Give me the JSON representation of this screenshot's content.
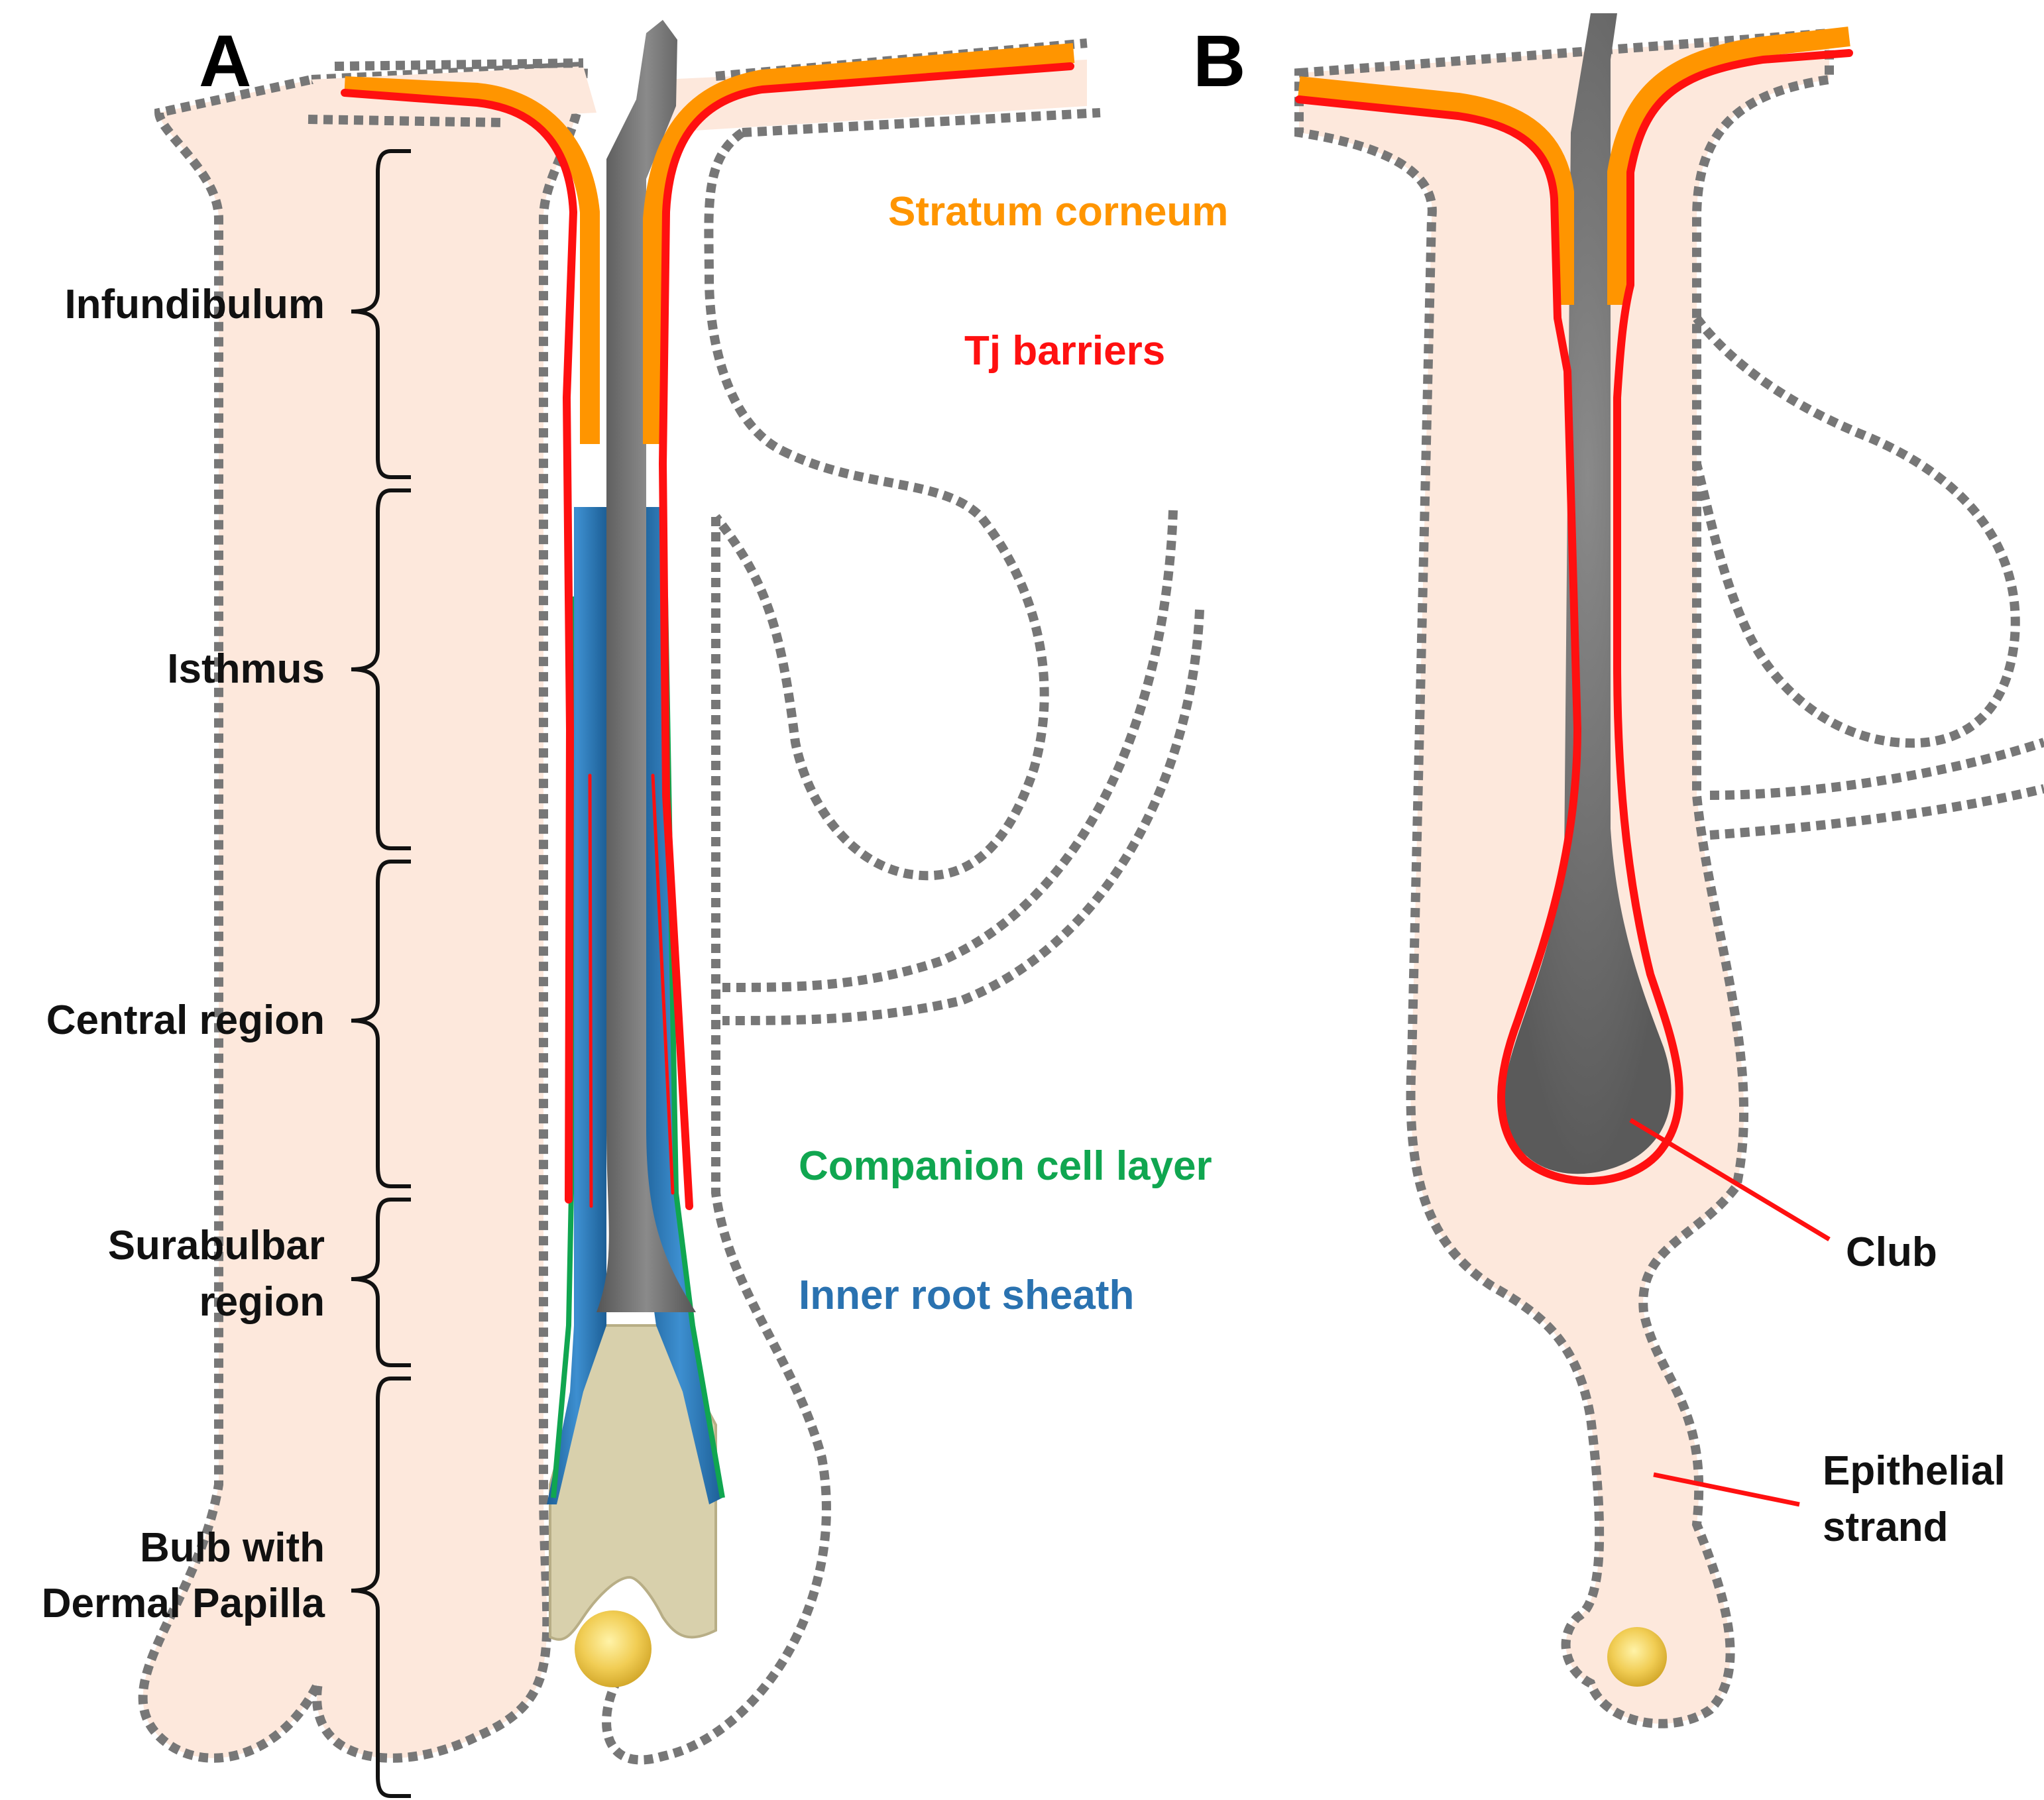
{
  "panels": {
    "a": {
      "letter": "A"
    },
    "b": {
      "letter": "B"
    }
  },
  "regions": [
    {
      "label_lines": [
        "Infundibulum"
      ]
    },
    {
      "label_lines": [
        "Isthmus"
      ]
    },
    {
      "label_lines": [
        "Central region"
      ]
    },
    {
      "label_lines": [
        "Surabulbar",
        "region"
      ]
    },
    {
      "label_lines": [
        "Bulb with",
        "Dermal Papilla"
      ]
    }
  ],
  "legend": [
    {
      "label": "Stratum corneum",
      "color": "#ff9500"
    },
    {
      "label": "Tj barriers",
      "color": "#ff1010"
    },
    {
      "label": "Companion cell layer",
      "color": "#10a650"
    },
    {
      "label": "Inner root sheath",
      "color": "#2a72b0"
    }
  ],
  "callouts": {
    "club": {
      "label_lines": [
        "Club"
      ]
    },
    "epithelial_strand": {
      "label_lines": [
        "Epithelial",
        "strand"
      ]
    }
  },
  "colors": {
    "skin": "#fde8dc",
    "hair_shaft": "#6e6e6e",
    "dermal_papilla": "#f1cd54",
    "hair_matrix": "#d8d0ac",
    "outline_dashes": "#777777"
  }
}
